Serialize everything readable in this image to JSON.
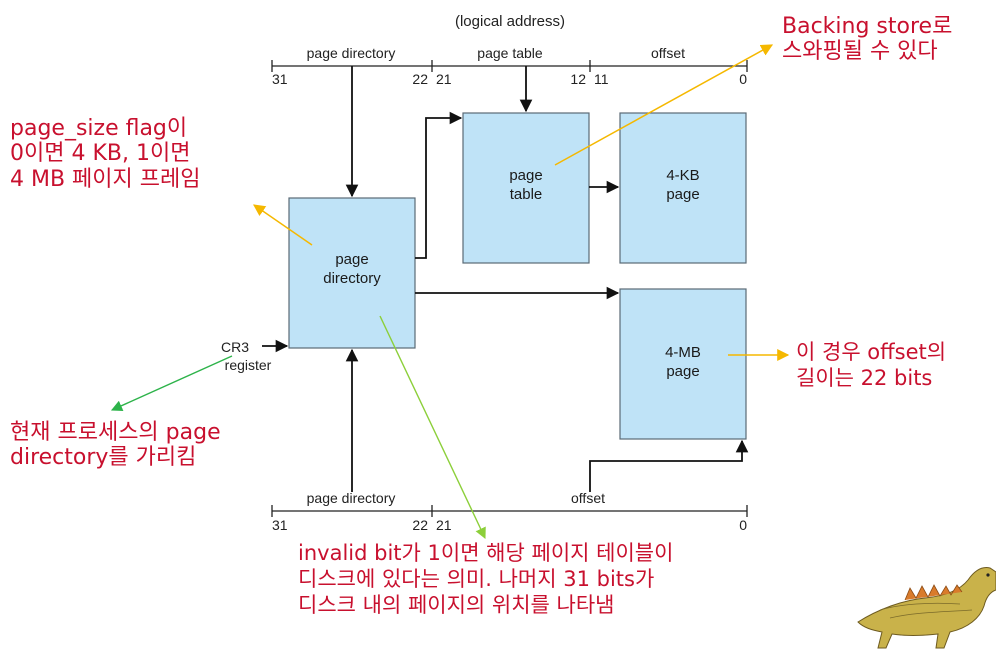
{
  "figure": {
    "logical_address_label": "(logical address)",
    "top_fields": {
      "directory": "page directory",
      "table": "page table",
      "offset": "offset"
    },
    "top_bits": [
      "31",
      "22",
      "21",
      "12",
      "11",
      "0"
    ],
    "bottom_fields": {
      "directory": "page directory",
      "offset": "offset"
    },
    "bottom_bits": [
      "31",
      "22",
      "21",
      "0"
    ],
    "boxes": {
      "page_directory": [
        "page",
        "directory"
      ],
      "page_table": [
        "page",
        "table"
      ],
      "page_4kb": [
        "4-KB",
        "page"
      ],
      "page_4mb": [
        "4-MB",
        "page"
      ]
    },
    "cr3_label": [
      "CR3",
      "register"
    ]
  },
  "annotations": {
    "backing_store": [
      "Backing store로",
      "스와핑될 수 있다"
    ],
    "page_size_flag": [
      "page_size flag이",
      "0이면 4 KB, 1이면",
      "4 MB 페이지 프레임"
    ],
    "offset_length": [
      "이 경우 offset의",
      "길이는 22 bits"
    ],
    "cr3_points": [
      "현재 프로세스의 page",
      "directory를 가리킴"
    ],
    "invalid_bit": [
      "invalid bit가 1이면 해당 페이지 테이블이",
      "디스크에 있다는 의미. 나머지 31 bits가",
      "디스크 내의 페이지의 위치를 나타냄"
    ]
  },
  "colors": {
    "annotation_text": "#c8102e",
    "box_fill": "#bfe3f7",
    "box_stroke": "#5a6a76",
    "yellow_arrow": "#f5b800",
    "green_arrow": "#2db34a",
    "lightgreen_arrow": "#8ccf3a",
    "dino_body": "#c9b24a"
  },
  "icons": [
    "dinosaur-mascot-icon"
  ]
}
